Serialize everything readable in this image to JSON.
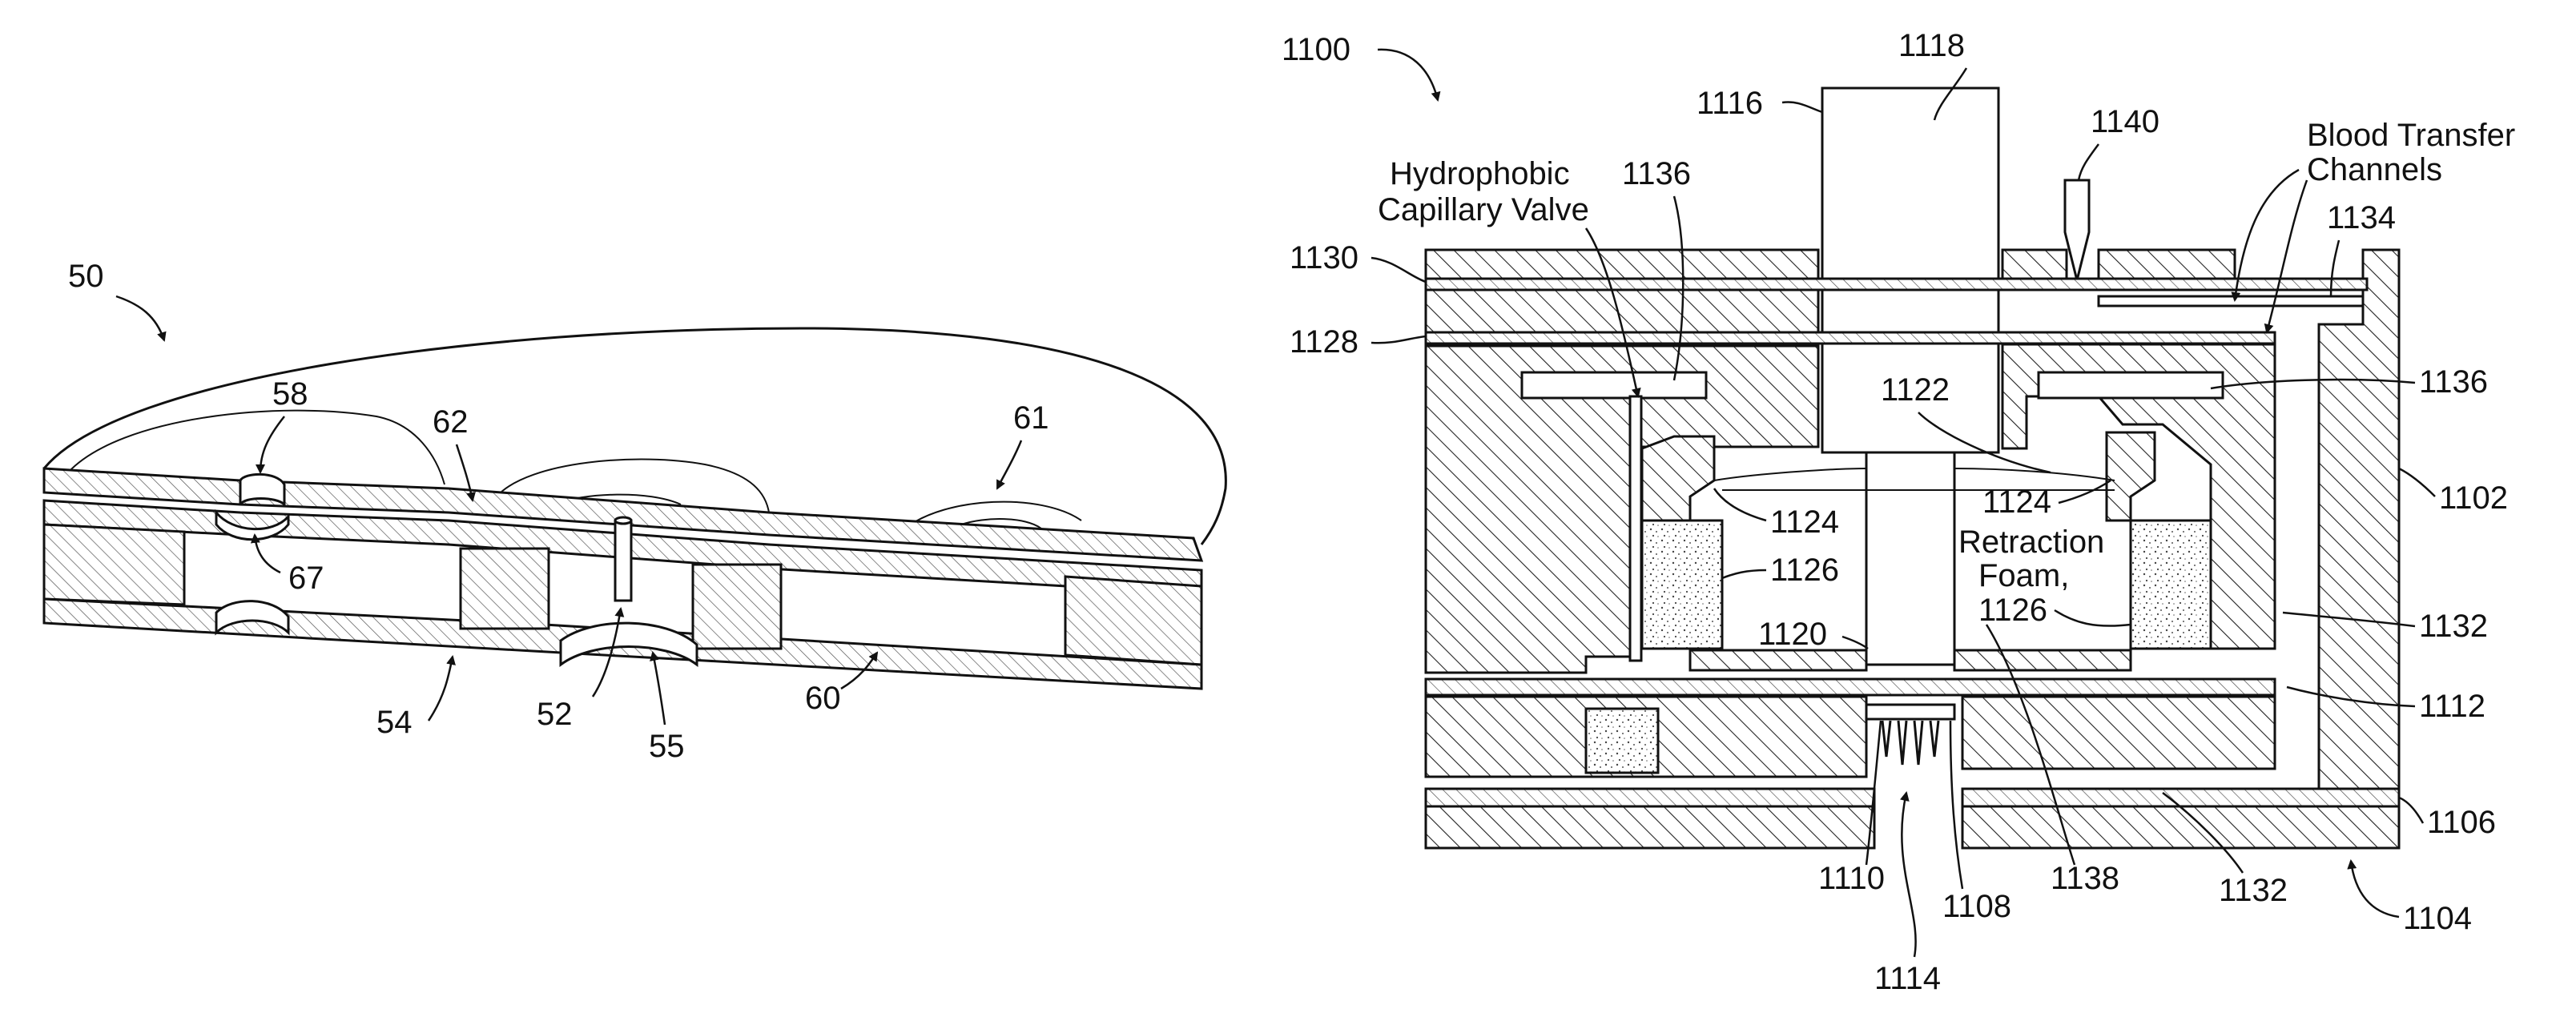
{
  "left_figure": {
    "labels": {
      "fig": "50",
      "l58": "58",
      "l62": "62",
      "l61": "61",
      "l67": "67",
      "l54": "54",
      "l52": "52",
      "l55": "55",
      "l60": "60"
    }
  },
  "right_figure": {
    "labels": {
      "fig": "1100",
      "l1118": "1118",
      "l1116": "1116",
      "l1140": "1140",
      "blood_1": "Blood Transfer",
      "blood_2": "Channels",
      "hydro_1": "Hydrophobic",
      "hydro_2": "Capillary Valve",
      "l1136a": "1136",
      "l1134": "1134",
      "l1130": "1130",
      "l1128": "1128",
      "l1136b": "1136",
      "l1122": "1122",
      "l1124a": "1124",
      "l1124b": "1124",
      "retraction_1": "Retraction",
      "retraction_2": "Foam,",
      "retraction_3": "1126",
      "l1126": "1126",
      "l1102": "1102",
      "l1120": "1120",
      "l1132a": "1132",
      "l1112": "1112",
      "l1106": "1106",
      "l1110": "1110",
      "l1108": "1108",
      "l1138": "1138",
      "l1132b": "1132",
      "l1104": "1104",
      "l1114": "1114"
    }
  }
}
